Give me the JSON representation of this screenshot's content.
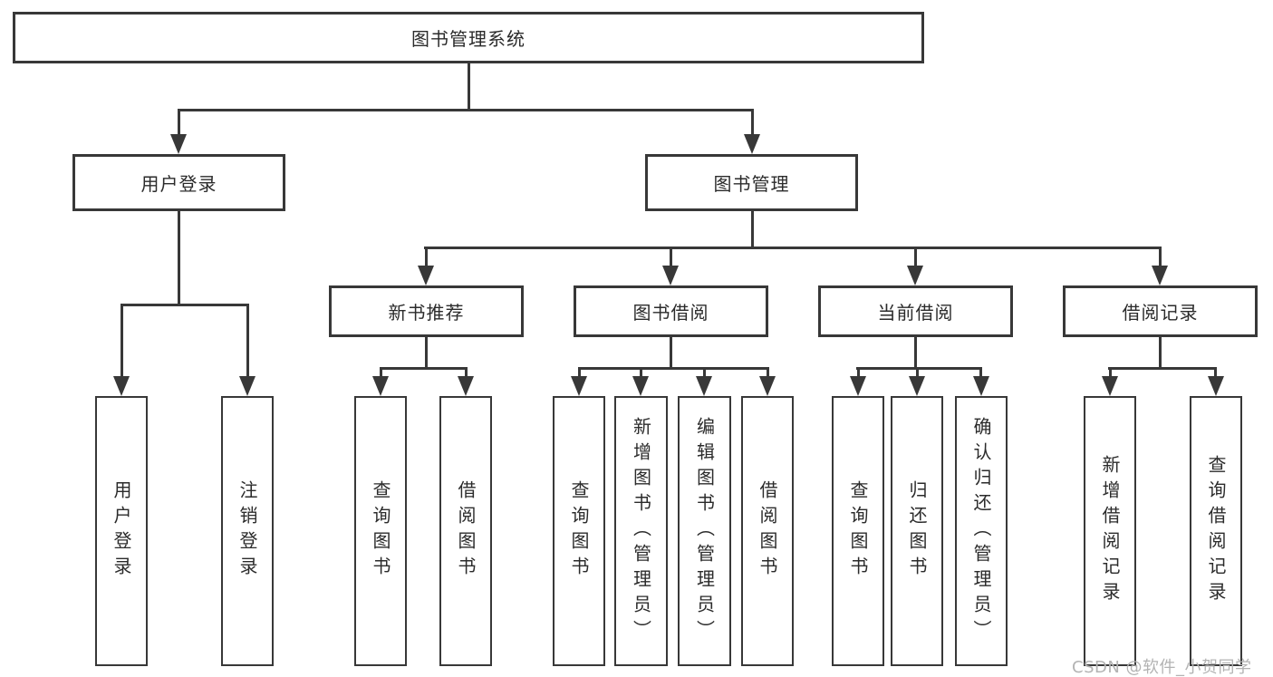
{
  "diagram": {
    "root": {
      "label": "图书管理系统"
    },
    "branches": [
      {
        "label": "用户登录",
        "children": [
          {
            "label": "用户登录"
          },
          {
            "label": "注销登录"
          }
        ]
      },
      {
        "label": "图书管理",
        "sections": [
          {
            "label": "新书推荐",
            "children": [
              {
                "label": "查询图书"
              },
              {
                "label": "借阅图书"
              }
            ]
          },
          {
            "label": "图书借阅",
            "children": [
              {
                "label": "查询图书"
              },
              {
                "label": "新增图书（管理员）"
              },
              {
                "label": "编辑图书（管理员）"
              },
              {
                "label": "借阅图书"
              }
            ]
          },
          {
            "label": "当前借阅",
            "children": [
              {
                "label": "查询图书"
              },
              {
                "label": "归还图书"
              },
              {
                "label": "确认归还（管理员）"
              }
            ]
          },
          {
            "label": "借阅记录",
            "children": [
              {
                "label": "新增借阅记录"
              },
              {
                "label": "查询借阅记录"
              }
            ]
          }
        ]
      }
    ]
  },
  "watermark": {
    "text": "CSDN @软件_小贺同学"
  },
  "colors": {
    "line": "#383838",
    "text": "#2b2b2b",
    "watermark": "#b3b3b3",
    "background": "#ffffff"
  }
}
